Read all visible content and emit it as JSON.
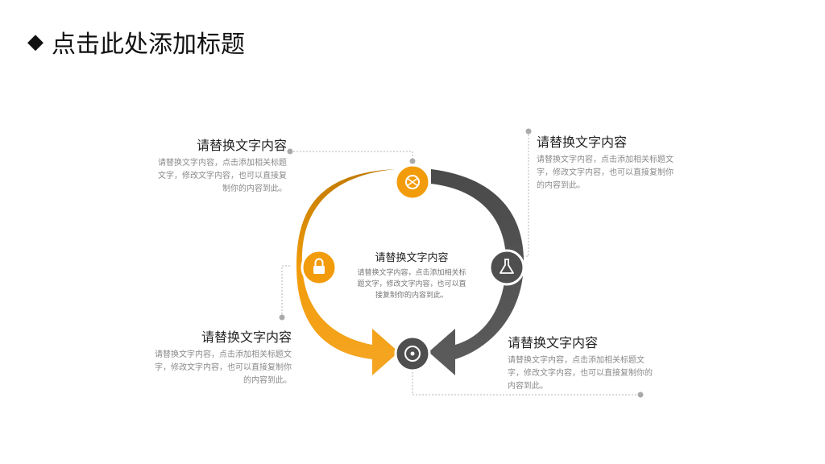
{
  "title": "点击此处添加标题",
  "center": {
    "heading": "请替换文字内容",
    "body": "请替换文字内容，点击添加相关标题文字，修改文字内容，也可以直接复制你的内容到此。"
  },
  "blocks": [
    {
      "heading": "请替换文字内容",
      "body": "请替换文字内容，点击添加相关标题文字，修改文字内容，也可以直接复制你的内容到此。"
    },
    {
      "heading": "请替换文字内容",
      "body": "请替换文字内容，点击添加相关标题文字，修改文字内容，也可以直接复制你的内容到此。"
    },
    {
      "heading": "请替换文字内容",
      "body": "请替换文字内容，点击添加相关标题文字，修改文字内容，也可以直接复制你的内容到此。"
    },
    {
      "heading": "请替换文字内容",
      "body": "请替换文字内容，点击添加相关标题文字，修改文字内容，也可以直接复制你的内容到此。"
    }
  ],
  "colors": {
    "orange": "#f29c0b",
    "orange_dark": "#c07a00",
    "gray": "#555555",
    "gray_dark": "#3f3f3f",
    "line": "#aaaaaa"
  },
  "icons": [
    "sports-ball-icon",
    "lock-icon",
    "flask-icon",
    "disc-icon"
  ]
}
